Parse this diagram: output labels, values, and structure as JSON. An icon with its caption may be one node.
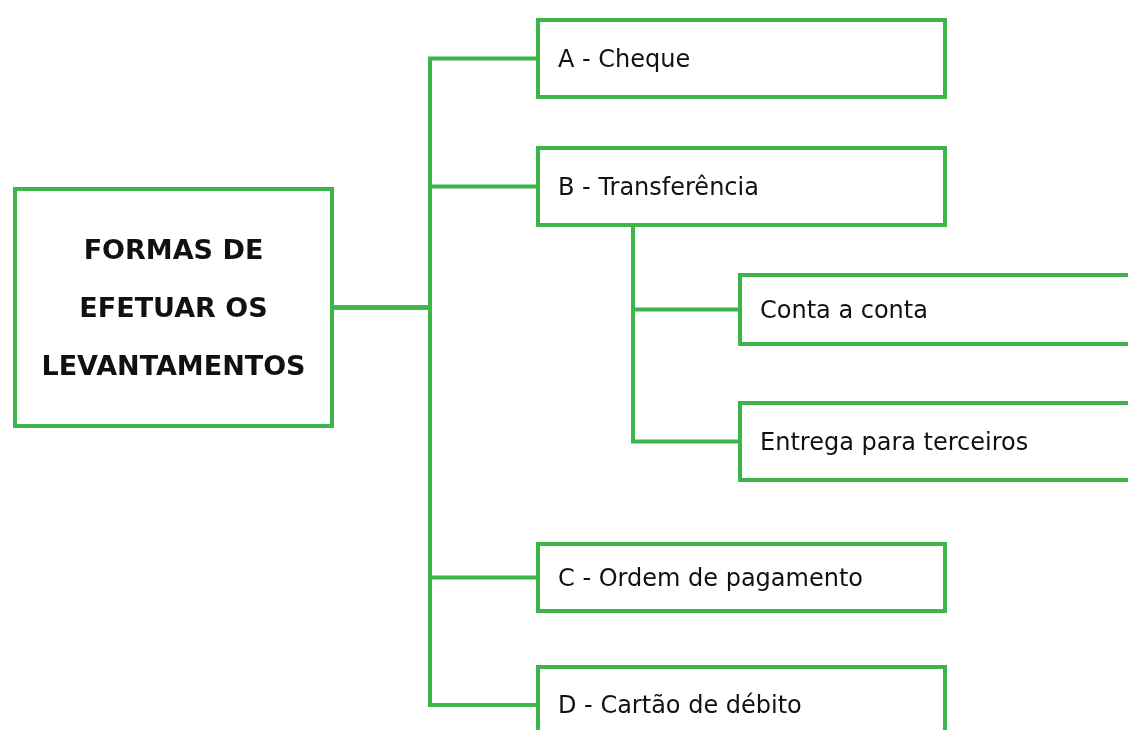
{
  "diagram": {
    "nodes": [
      {
        "text": [
          "FORMAS DE EFETUAR OS LEVANTAMENTOS"
        ]
      },
      {
        "text": [
          "A - Cheque"
        ]
      },
      {
        "text": [
          "B - Transferência"
        ]
      },
      {
        "text": [
          "Conta a conta"
        ]
      },
      {
        "text": [
          "Entrega para terceiros"
        ]
      },
      {
        "text": [
          "C - Ordem de pagamento"
        ]
      },
      {
        "text": [
          "D - Cartão de débito"
        ]
      }
    ],
    "edges": [
      {
        "from": 0,
        "to": 1,
        "arrow": "none"
      },
      {
        "from": 0,
        "to": 2,
        "arrow": "none"
      },
      {
        "from": 2,
        "to": 3,
        "arrow": "none"
      },
      {
        "from": 2,
        "to": 4,
        "arrow": "none"
      },
      {
        "from": 0,
        "to": 5,
        "arrow": "none"
      },
      {
        "from": 0,
        "to": 6,
        "arrow": "none"
      }
    ]
  }
}
